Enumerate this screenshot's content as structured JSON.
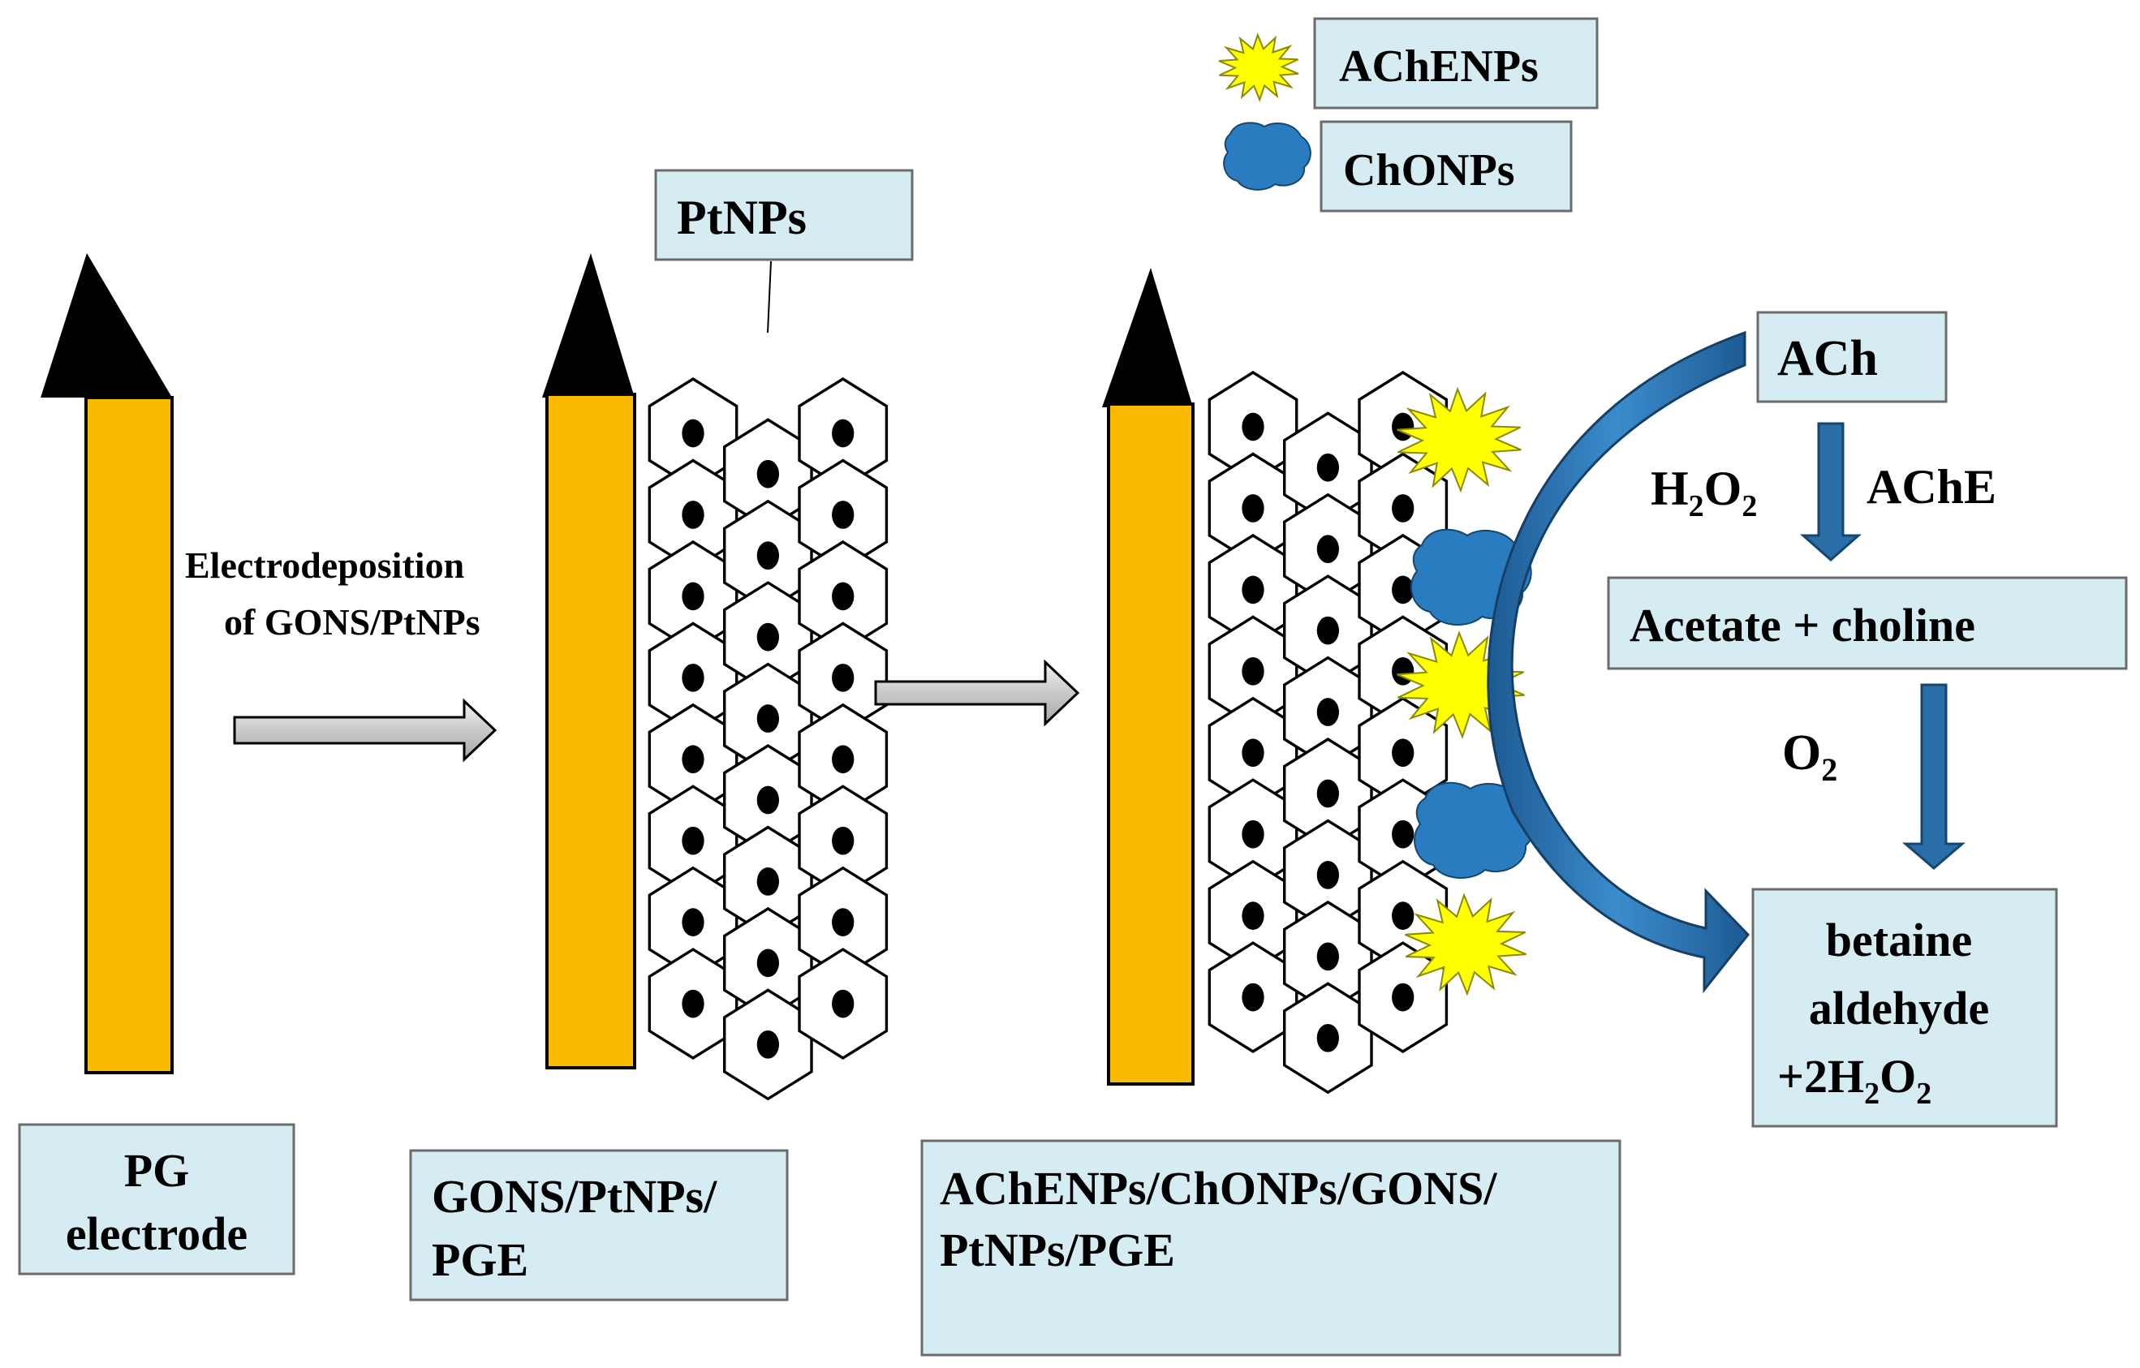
{
  "labels": {
    "legend_ache": "AChENPs",
    "legend_chon": "ChONPs",
    "ptnps": "PtNPs",
    "step1_line1": "Electrodeposition",
    "step1_line2": "of GONS/PtNPs",
    "pg_line1": "PG",
    "pg_line2": "electrode",
    "gons_line1": "GONS/PtNPs/",
    "gons_line2": "PGE",
    "ache_elec_line1": "AChENPs/ChONPs/GONS/",
    "ache_elec_line2": "PtNPs/PGE",
    "ach": "ACh",
    "h2o2_base": "H",
    "h2o2_sub1": "2",
    "h2o2_mid": "O",
    "h2o2_sub2": "2",
    "ache": "AChE",
    "acetate": "Acetate + choline",
    "o2_base": "O",
    "o2_sub": "2",
    "betaine_line1": "betaine",
    "betaine_line2": "aldehyde",
    "betaine_line3_a": "+2H",
    "betaine_line3_sub1": "2",
    "betaine_line3_b": "O",
    "betaine_line3_sub2": "2"
  },
  "colors": {
    "electrode_body": "#fbb900",
    "electrode_tip": "#000000",
    "label_box_fill": "#d6ecf3",
    "process_arrow": "#d0d0d0",
    "reaction_arrow": "#2a6ea8",
    "ache_particle": "#ffff00",
    "chon_particle": "#2a7cc0"
  },
  "icons": [
    "electrode-icon",
    "hexagon-lattice-icon",
    "starburst-particle-icon",
    "blob-particle-icon",
    "curved-arrow-icon"
  ]
}
